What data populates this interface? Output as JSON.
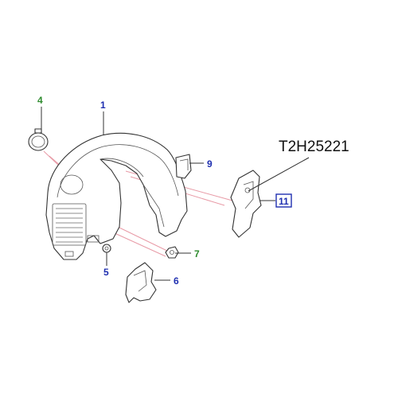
{
  "diagram": {
    "reference": "T2H25221",
    "callouts": [
      {
        "id": "1",
        "label": "1",
        "color": "#1f2fb0",
        "boxed": false
      },
      {
        "id": "4",
        "label": "4",
        "color": "#2e8b2e",
        "boxed": false
      },
      {
        "id": "9",
        "label": "9",
        "color": "#1f2fb0",
        "boxed": false
      },
      {
        "id": "11",
        "label": "11",
        "color": "#1f2fb0",
        "boxed": true
      },
      {
        "id": "7",
        "label": "7",
        "color": "#2e8b2e",
        "boxed": false
      },
      {
        "id": "5",
        "label": "5",
        "color": "#1f2fb0",
        "boxed": false
      },
      {
        "id": "6",
        "label": "6",
        "color": "#1f2fb0",
        "boxed": false
      }
    ],
    "colors": {
      "blue_callout": "#1f2fb0",
      "green_callout": "#2e8b2e",
      "pink_leader": "#e89aa6",
      "outline": "#333333"
    }
  }
}
